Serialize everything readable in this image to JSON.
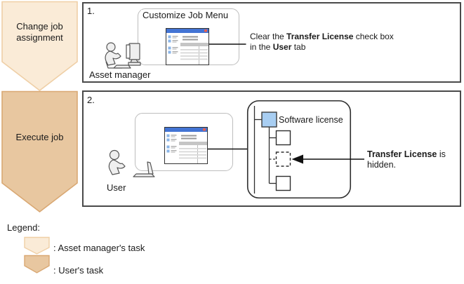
{
  "colors": {
    "asset_manager_task_fill": "#FAEBD7",
    "asset_manager_task_border": "#EFCFA6",
    "user_task_fill": "#E8C7A0",
    "user_task_border": "#D9A873",
    "window_titlebar_blue": "#4374D4",
    "window_close_red": "#E8604C",
    "software_license_node_blue": "#A8CEF2"
  },
  "flow_arrows": {
    "step1_label": "Change job assignment",
    "step2_label": "Execute job"
  },
  "step1": {
    "number": "1.",
    "window_container_title": "Customize Job Menu",
    "actor_label": "Asset manager",
    "callout": {
      "pre": "Clear the ",
      "bold1": "Transfer License",
      "mid": " check box in the ",
      "bold2": "User",
      "post": " tab"
    }
  },
  "step2": {
    "number": "2.",
    "actor_label": "User",
    "tree_root_label": "Software license",
    "callout": {
      "bold": "Transfer License",
      "rest": " is hidden."
    }
  },
  "legend": {
    "title": "Legend:",
    "items": [
      {
        "label": ": Asset manager's task"
      },
      {
        "label": ": User's task"
      }
    ]
  }
}
